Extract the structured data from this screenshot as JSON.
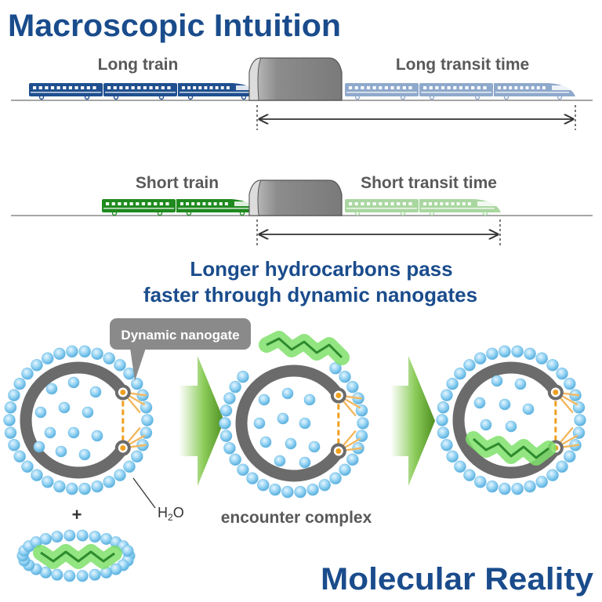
{
  "headings": {
    "top": "Macroscopic Intuition",
    "bottom": "Molecular Reality"
  },
  "trains": {
    "long_label": "Long train",
    "long_time_label": "Long transit time",
    "short_label": "Short train",
    "short_time_label": "Short transit time"
  },
  "statement": {
    "line1": "Longer hydrocarbons pass",
    "line2": "faster through dynamic nanogates"
  },
  "labels": {
    "nanogate": "Dynamic nanogate",
    "water": "H",
    "water_sub": "2",
    "water_end": "O",
    "plus": "+",
    "encounter": "encounter complex"
  },
  "colors": {
    "heading_blue": "#1a4c8c",
    "text_gray": "#595959",
    "train_blue": "#1f4f8f",
    "train_blue_light": "#8fa9cc",
    "train_green": "#1f8a1f",
    "train_green_light": "#a9d7a0",
    "tunnel_gray": "#8a8a8a",
    "ring_gray": "#6b6b6b",
    "water_blue": "#8fd0f2",
    "gate_orange": "#f0a020",
    "chain_green": "#2e8b2e",
    "glow_green": "#7fe06a",
    "arrow_green": "#5a9e2a"
  }
}
